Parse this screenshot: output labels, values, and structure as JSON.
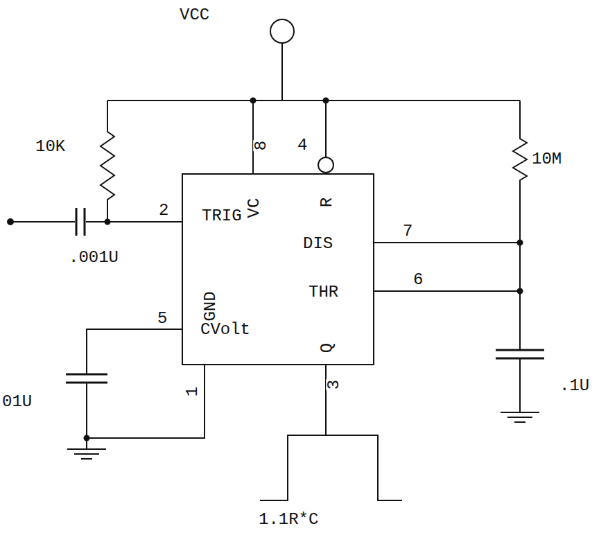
{
  "diagram": {
    "nodes": [
      {
        "text": [
          "TRIG",
          "VC",
          "R",
          "DIS",
          "THR",
          "GND",
          "CVolt",
          "Q"
        ]
      }
    ],
    "labels": [
      "VCC",
      "10K",
      "10M",
      ".001U",
      "01U",
      ".1U",
      "1.1R*C",
      "8",
      "4",
      "2",
      "7",
      "6",
      "5",
      "1",
      "3"
    ]
  }
}
